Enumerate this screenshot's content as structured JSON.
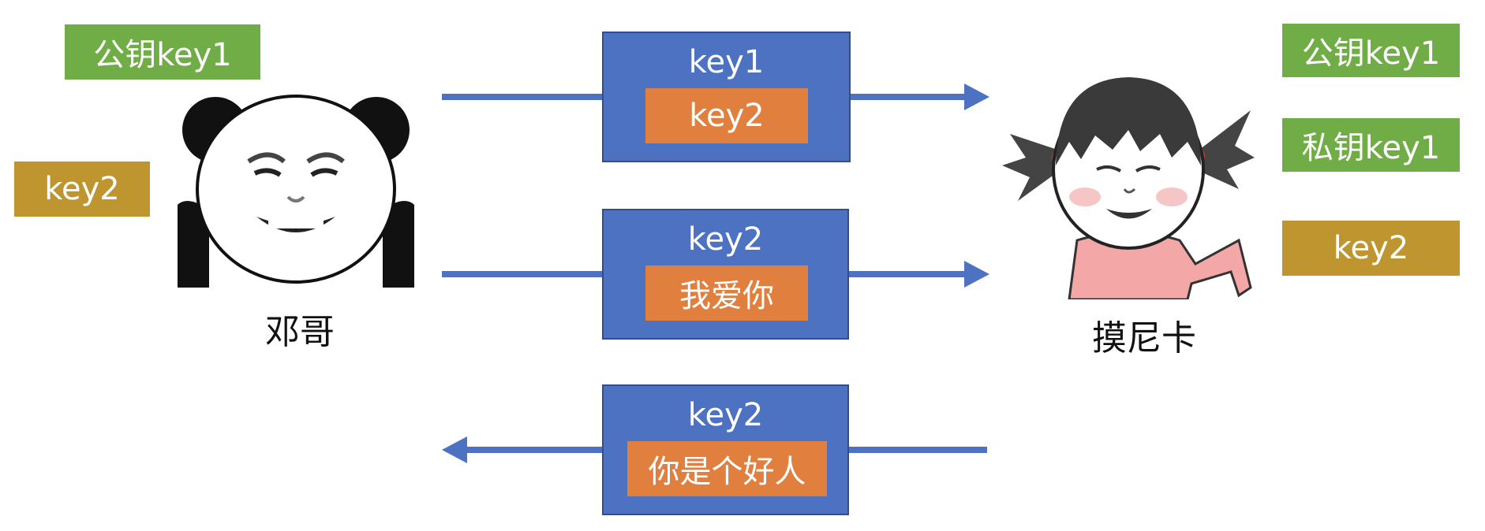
{
  "left_party": {
    "name": "邓哥",
    "tags": [
      {
        "label": "公钥key1",
        "color": "#70AD47"
      },
      {
        "label": "key2",
        "color": "#BF9530"
      }
    ]
  },
  "right_party": {
    "name": "摸尼卡",
    "tags": [
      {
        "label": "公钥key1",
        "color": "#70AD47"
      },
      {
        "label": "私钥key1",
        "color": "#70AD47"
      },
      {
        "label": "key2",
        "color": "#BF9530"
      }
    ]
  },
  "messages": [
    {
      "outer": "key1",
      "inner": "key2",
      "direction": "right"
    },
    {
      "outer": "key2",
      "inner": "我爱你",
      "direction": "right"
    },
    {
      "outer": "key2",
      "inner": "你是个好人",
      "direction": "left"
    }
  ],
  "colors": {
    "box_blue": "#4E72C2",
    "inner_orange": "#E07F3E",
    "green": "#70AD47",
    "gold": "#BF9530"
  },
  "icons": {
    "left_avatar": "panda-meme-icon",
    "right_avatar": "girl-meme-icon"
  }
}
